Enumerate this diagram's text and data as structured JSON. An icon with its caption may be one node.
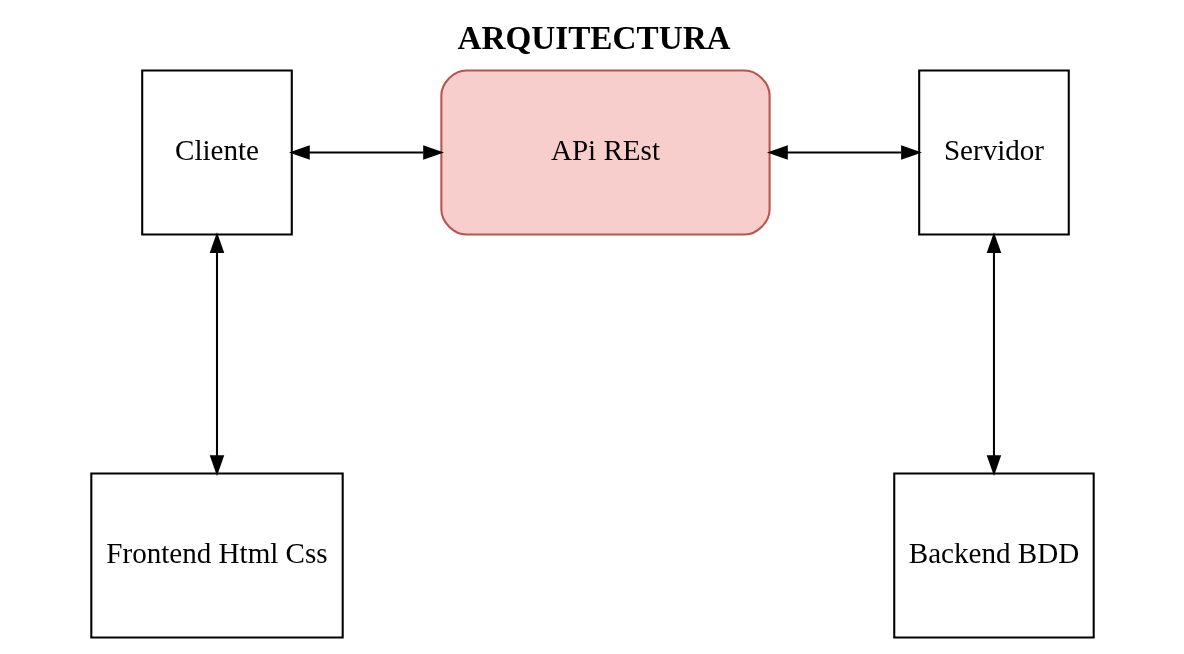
{
  "diagram": {
    "title": "ARQUITECTURA",
    "nodes": [
      {
        "text": [
          "Cliente"
        ]
      },
      {
        "text": [
          "APi REst"
        ]
      },
      {
        "text": [
          "Servidor"
        ]
      },
      {
        "text": [
          "Frontend Html Css"
        ]
      },
      {
        "text": [
          "Backend BDD"
        ]
      }
    ],
    "edges": [
      {
        "from": 0,
        "to": 1,
        "arrow": "both"
      },
      {
        "from": 1,
        "to": 2,
        "arrow": "both"
      },
      {
        "from": 0,
        "to": 3,
        "arrow": "both"
      },
      {
        "from": 2,
        "to": 4,
        "arrow": "both"
      }
    ]
  }
}
